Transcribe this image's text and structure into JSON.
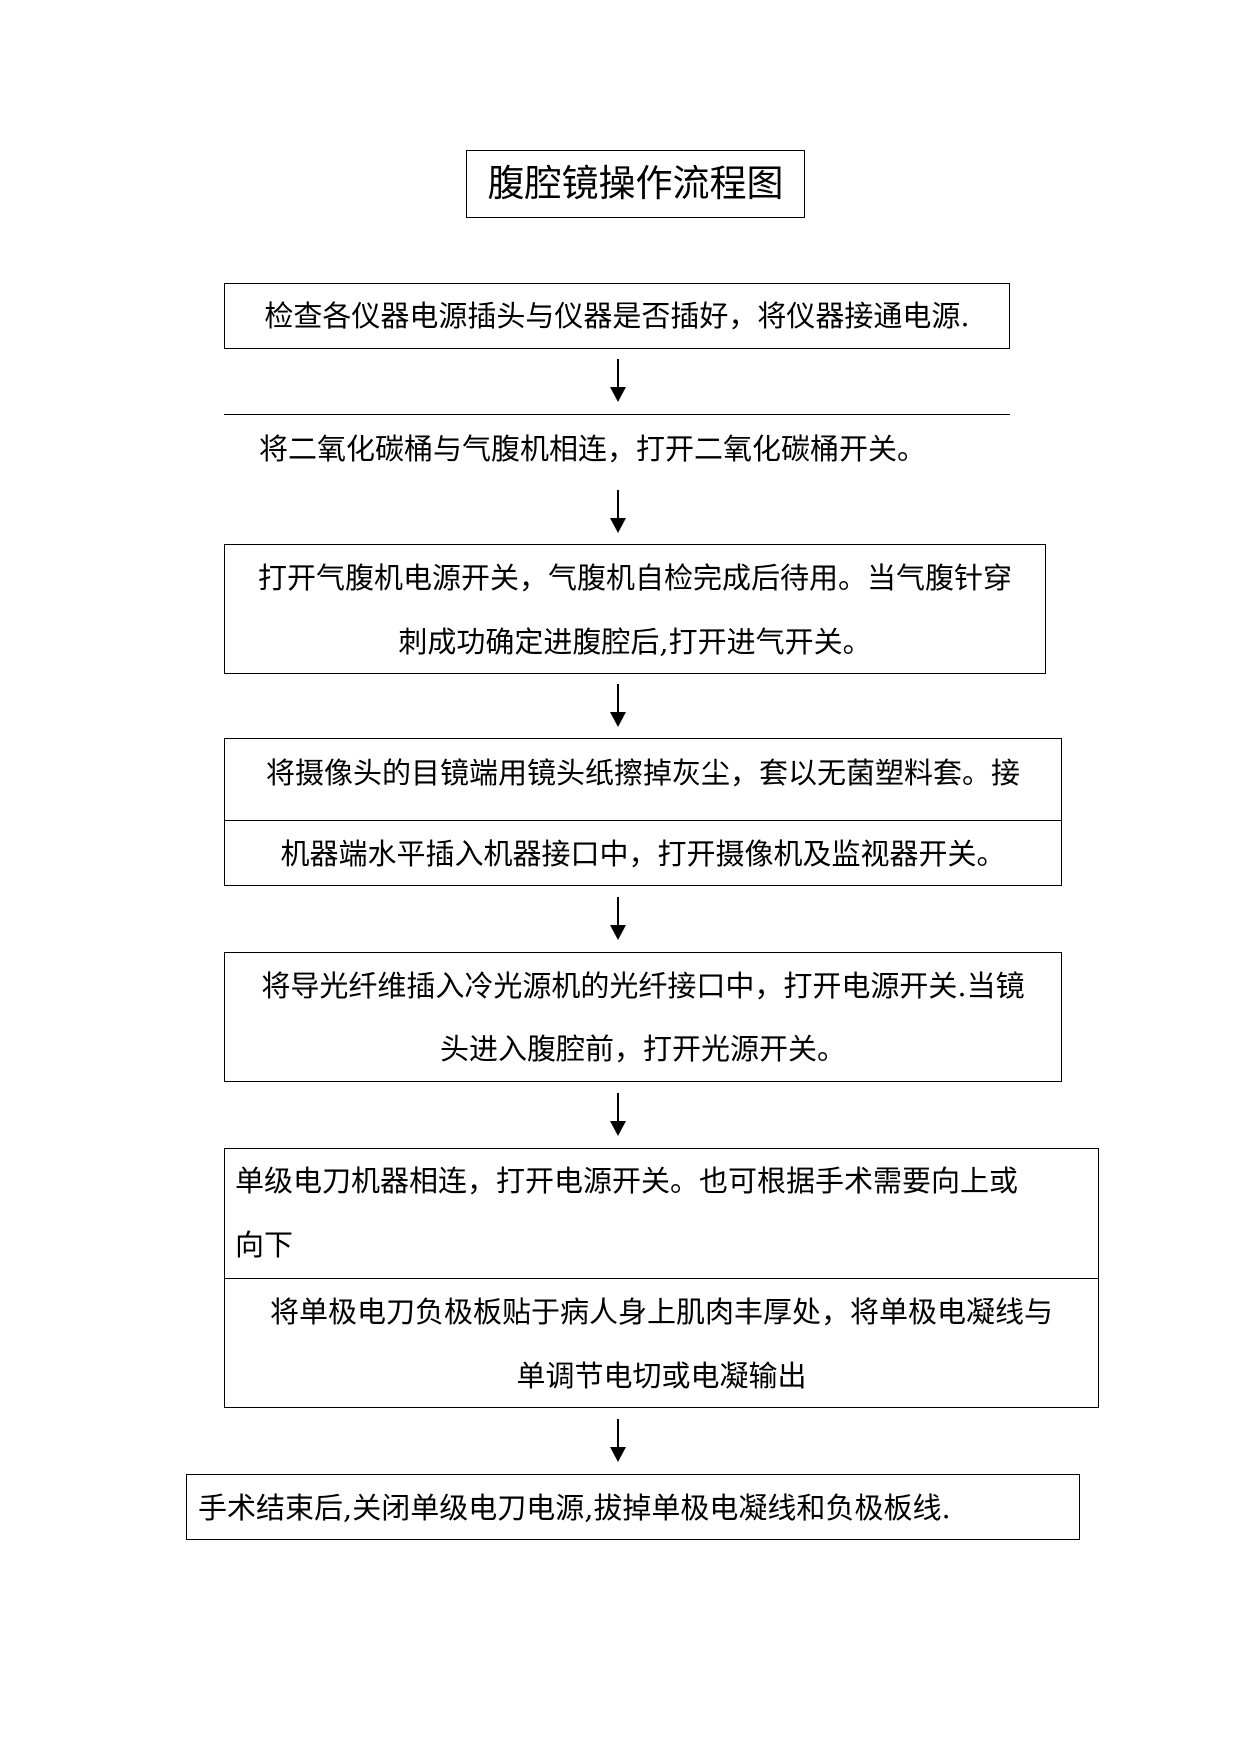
{
  "title": "腹腔镜操作流程图",
  "steps": {
    "step1": {
      "line1": "检查各仪器电源插头与仪器是否插好，将仪器接通电源."
    },
    "step2": {
      "line1": "将二氧化碳桶与气腹机相连，打开二氧化碳桶开关。"
    },
    "step3": {
      "line1": "打开气腹机电源开关，气腹机自检完成后待用。当气腹针穿",
      "line2": "刺成功确定进腹腔后,打开进气开关。"
    },
    "step4": {
      "line1": "将摄像头的目镜端用镜头纸擦掉灰尘，套以无菌塑料套。接",
      "line2": "机器端水平插入机器接口中，打开摄像机及监视器开关。"
    },
    "step5": {
      "line1": "将导光纤维插入冷光源机的光纤接口中，打开电源开关.当镜",
      "line2": "头进入腹腔前，打开光源开关。"
    },
    "step6": {
      "line1": "单级电刀机器相连，打开电源开关。也可根据手术需要向上或",
      "line2": "向下",
      "line3": "将单极电刀负极板贴于病人身上肌肉丰厚处，将单极电凝线与",
      "line4": "单调节电切或电凝输出"
    },
    "step7": {
      "line1": "手术结束后,关闭单级电刀电源,拔掉单极电凝线和负极板线."
    }
  }
}
